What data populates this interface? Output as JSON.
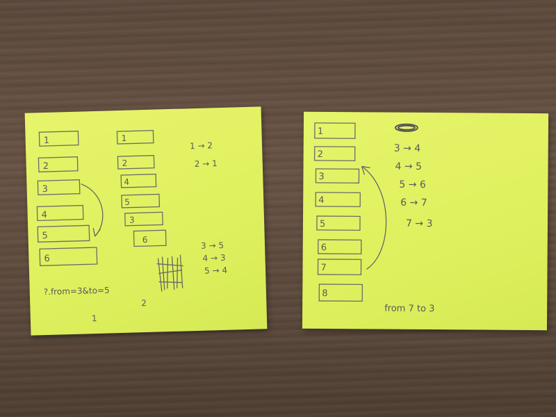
{
  "left_note": {
    "column1_labels": [
      "1",
      "2",
      "3",
      "4",
      "5",
      "6"
    ],
    "column2_labels": [
      "1",
      "2",
      "4",
      "5",
      "3",
      "6"
    ],
    "swap_pairs": [
      "1 → 2",
      "2 → 1"
    ],
    "move_pairs": [
      "3 → 5",
      "4 → 3",
      "5 → 4"
    ],
    "query": "?.from=3&to=5",
    "col_num_1": "1",
    "col_num_2": "2"
  },
  "right_note": {
    "column_labels": [
      "1",
      "2",
      "3",
      "4",
      "5",
      "6",
      "7",
      "8"
    ],
    "move_pairs": [
      "3 → 4",
      "4 → 5",
      "5 → 6",
      "6 → 7",
      "7 → 3"
    ],
    "caption": "from 7 to 3"
  },
  "colors": {
    "sticky_note": "#e2f262",
    "ink": "#5a5a5a",
    "desk": "#5f4c3f"
  }
}
